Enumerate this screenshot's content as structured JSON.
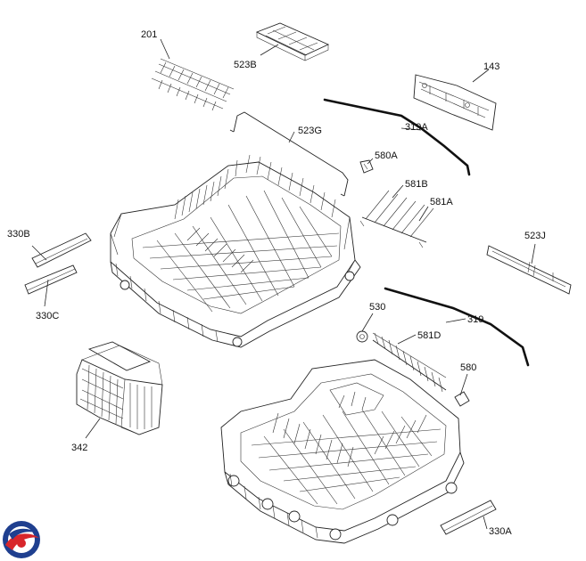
{
  "diagram": {
    "labels": {
      "p201": "201",
      "p523B": "523B",
      "p143": "143",
      "p319A": "319A",
      "p523G": "523G",
      "p580A": "580A",
      "p581B": "581B",
      "p581A": "581A",
      "p330B": "330B",
      "p330C": "330C",
      "p523J": "523J",
      "p530": "530",
      "p319": "319",
      "p581D": "581D",
      "p580": "580",
      "p342": "342",
      "p330A": "330A"
    },
    "logo": {
      "colors": {
        "blue": "#1f3f8f",
        "red": "#d8262b"
      }
    }
  }
}
